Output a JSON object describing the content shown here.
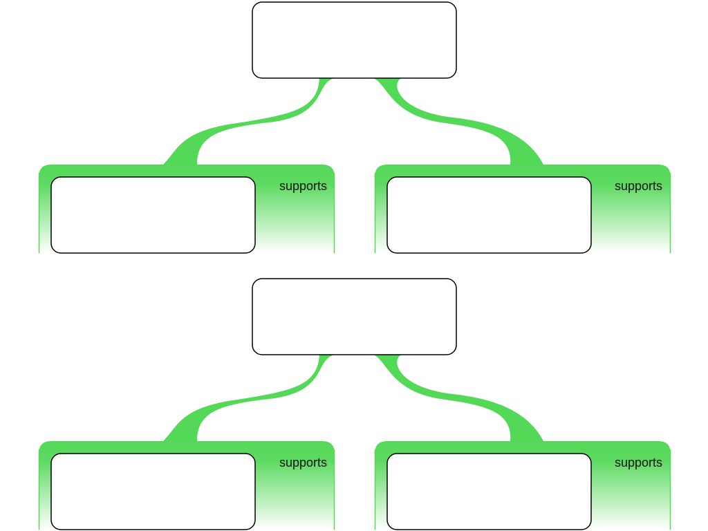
{
  "colors": {
    "accent": "#54d858",
    "box_fill": "#ffffff",
    "box_stroke": "#000000",
    "label": "#111111"
  },
  "diagrams": [
    {
      "parent_text": "",
      "children": [
        {
          "text": "",
          "relation": "supports"
        },
        {
          "text": "",
          "relation": "supports"
        }
      ]
    },
    {
      "parent_text": "",
      "children": [
        {
          "text": "",
          "relation": "supports"
        },
        {
          "text": "",
          "relation": "supports"
        }
      ]
    }
  ]
}
